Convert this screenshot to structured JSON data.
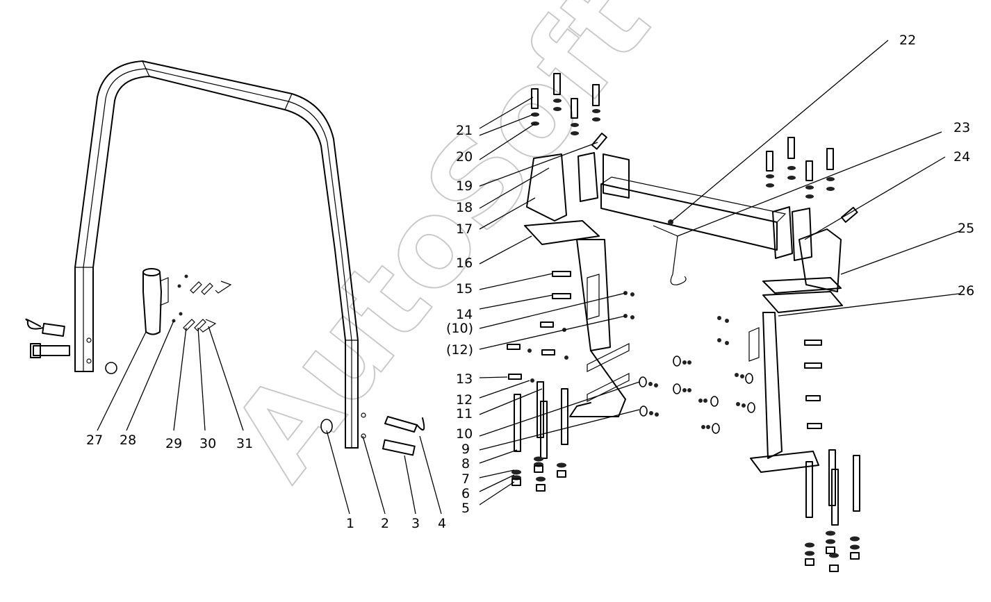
{
  "watermark": "AutoSoft",
  "callouts": [
    {
      "label": "1"
    },
    {
      "label": "2"
    },
    {
      "label": "3"
    },
    {
      "label": "4"
    },
    {
      "label": "5"
    },
    {
      "label": "6"
    },
    {
      "label": "7"
    },
    {
      "label": "8"
    },
    {
      "label": "9"
    },
    {
      "label": "10"
    },
    {
      "label": "11"
    },
    {
      "label": "12"
    },
    {
      "label": "13"
    },
    {
      "label": "(12)"
    },
    {
      "label": "(10)"
    },
    {
      "label": "14"
    },
    {
      "label": "15"
    },
    {
      "label": "16"
    },
    {
      "label": "17"
    },
    {
      "label": "18"
    },
    {
      "label": "19"
    },
    {
      "label": "20"
    },
    {
      "label": "21"
    },
    {
      "label": "22"
    },
    {
      "label": "23"
    },
    {
      "label": "24"
    },
    {
      "label": "25"
    },
    {
      "label": "26"
    },
    {
      "label": "27"
    },
    {
      "label": "28"
    },
    {
      "label": "29"
    },
    {
      "label": "30"
    },
    {
      "label": "31"
    }
  ]
}
